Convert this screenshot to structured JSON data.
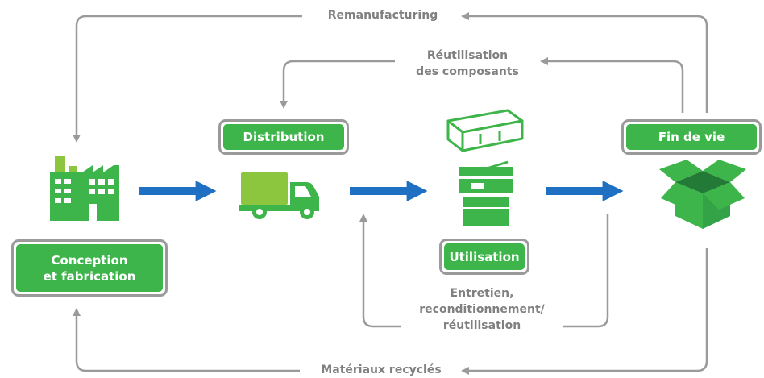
{
  "stages": {
    "conception": "Conception\net fabrication",
    "distribution": "Distribution",
    "utilisation": "Utilisation",
    "fin_de_vie": "Fin de vie"
  },
  "loops": {
    "remanufacturing": "Remanufacturing",
    "reutilisation": "Réutilisation\ndes composants",
    "entretien": "Entretien,\nreconditionnement/\nréutilisation",
    "materiaux": "Matériaux recyclés"
  },
  "colors": {
    "green": "#3db54a",
    "light_green": "#8cc63f",
    "blue": "#1f6fc2",
    "gray": "#9a9a9a"
  }
}
